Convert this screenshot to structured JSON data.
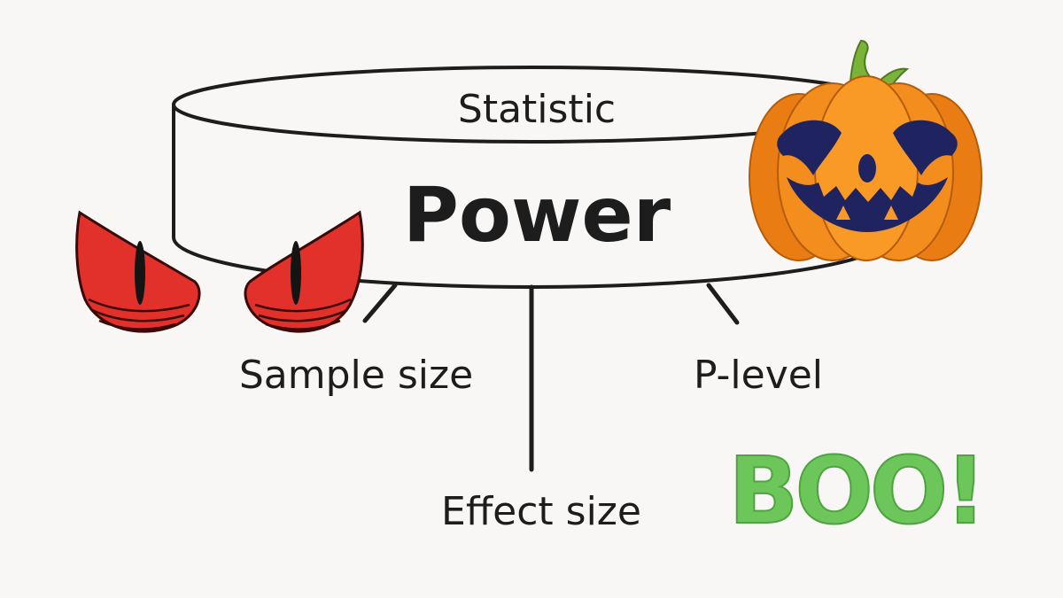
{
  "diagram": {
    "cylinder_top_label": "Statistic",
    "cylinder_main_label": "Power",
    "legs": [
      {
        "label": "Sample size"
      },
      {
        "label": "Effect size"
      },
      {
        "label": "P-level"
      }
    ]
  },
  "decorations": {
    "boo_text": "BOO!",
    "icons": [
      "devil-eyes-icon",
      "jack-o-lantern-icon",
      "boo-sticker-icon"
    ],
    "colors": {
      "background": "#f8f7f5",
      "line": "#1d1d1d",
      "eye_red": "#e2302a",
      "pumpkin_orange": "#f08a1a",
      "pumpkin_face": "#1f2461",
      "stem_green": "#7ab23a",
      "boo_green": "#6cc65a"
    }
  }
}
